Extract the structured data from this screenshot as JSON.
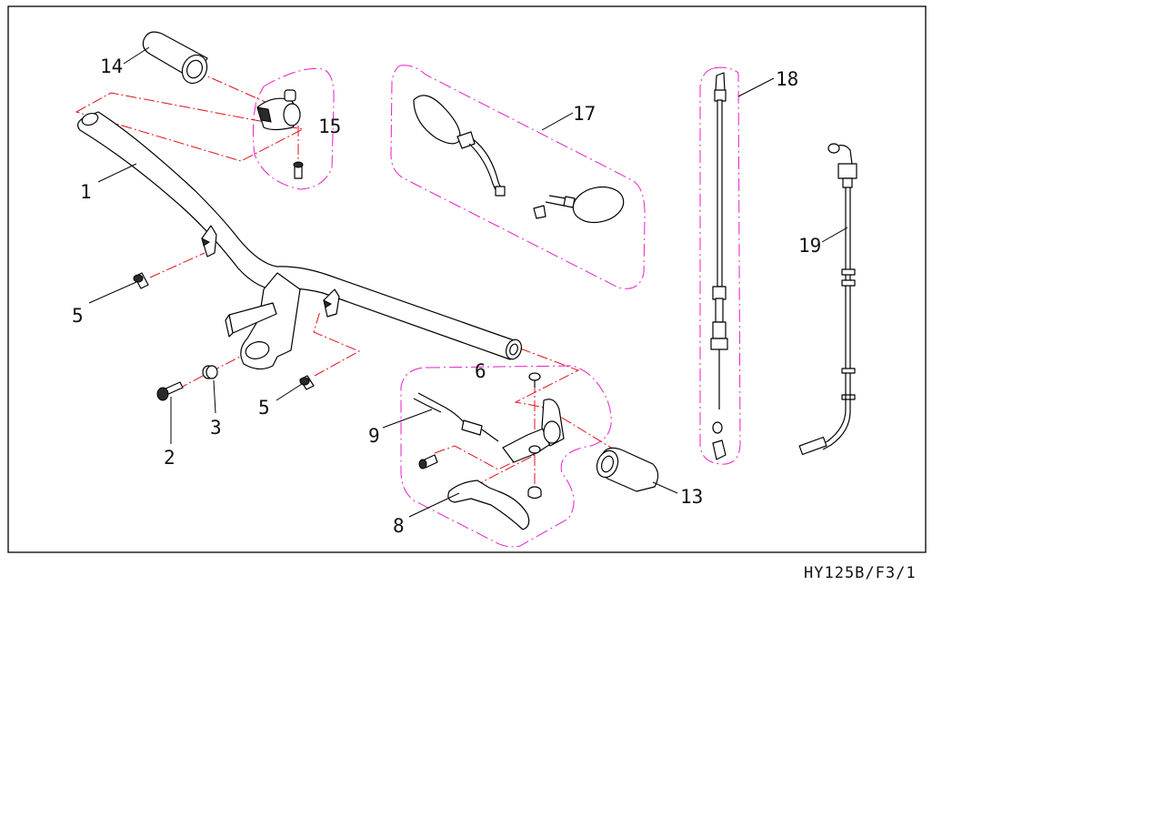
{
  "drawing_code": "HY125B/F3/1",
  "callouts": {
    "c1": "1",
    "c2": "2",
    "c3": "3",
    "c5a": "5",
    "c5b": "5",
    "c6": "6",
    "c8": "8",
    "c9": "9",
    "c13": "13",
    "c14": "14",
    "c15": "15",
    "c17": "17",
    "c18": "18",
    "c19": "19"
  },
  "colors": {
    "group_outline": "#e81ec8",
    "assembly_line": "#e0101a",
    "ink": "#000000"
  }
}
